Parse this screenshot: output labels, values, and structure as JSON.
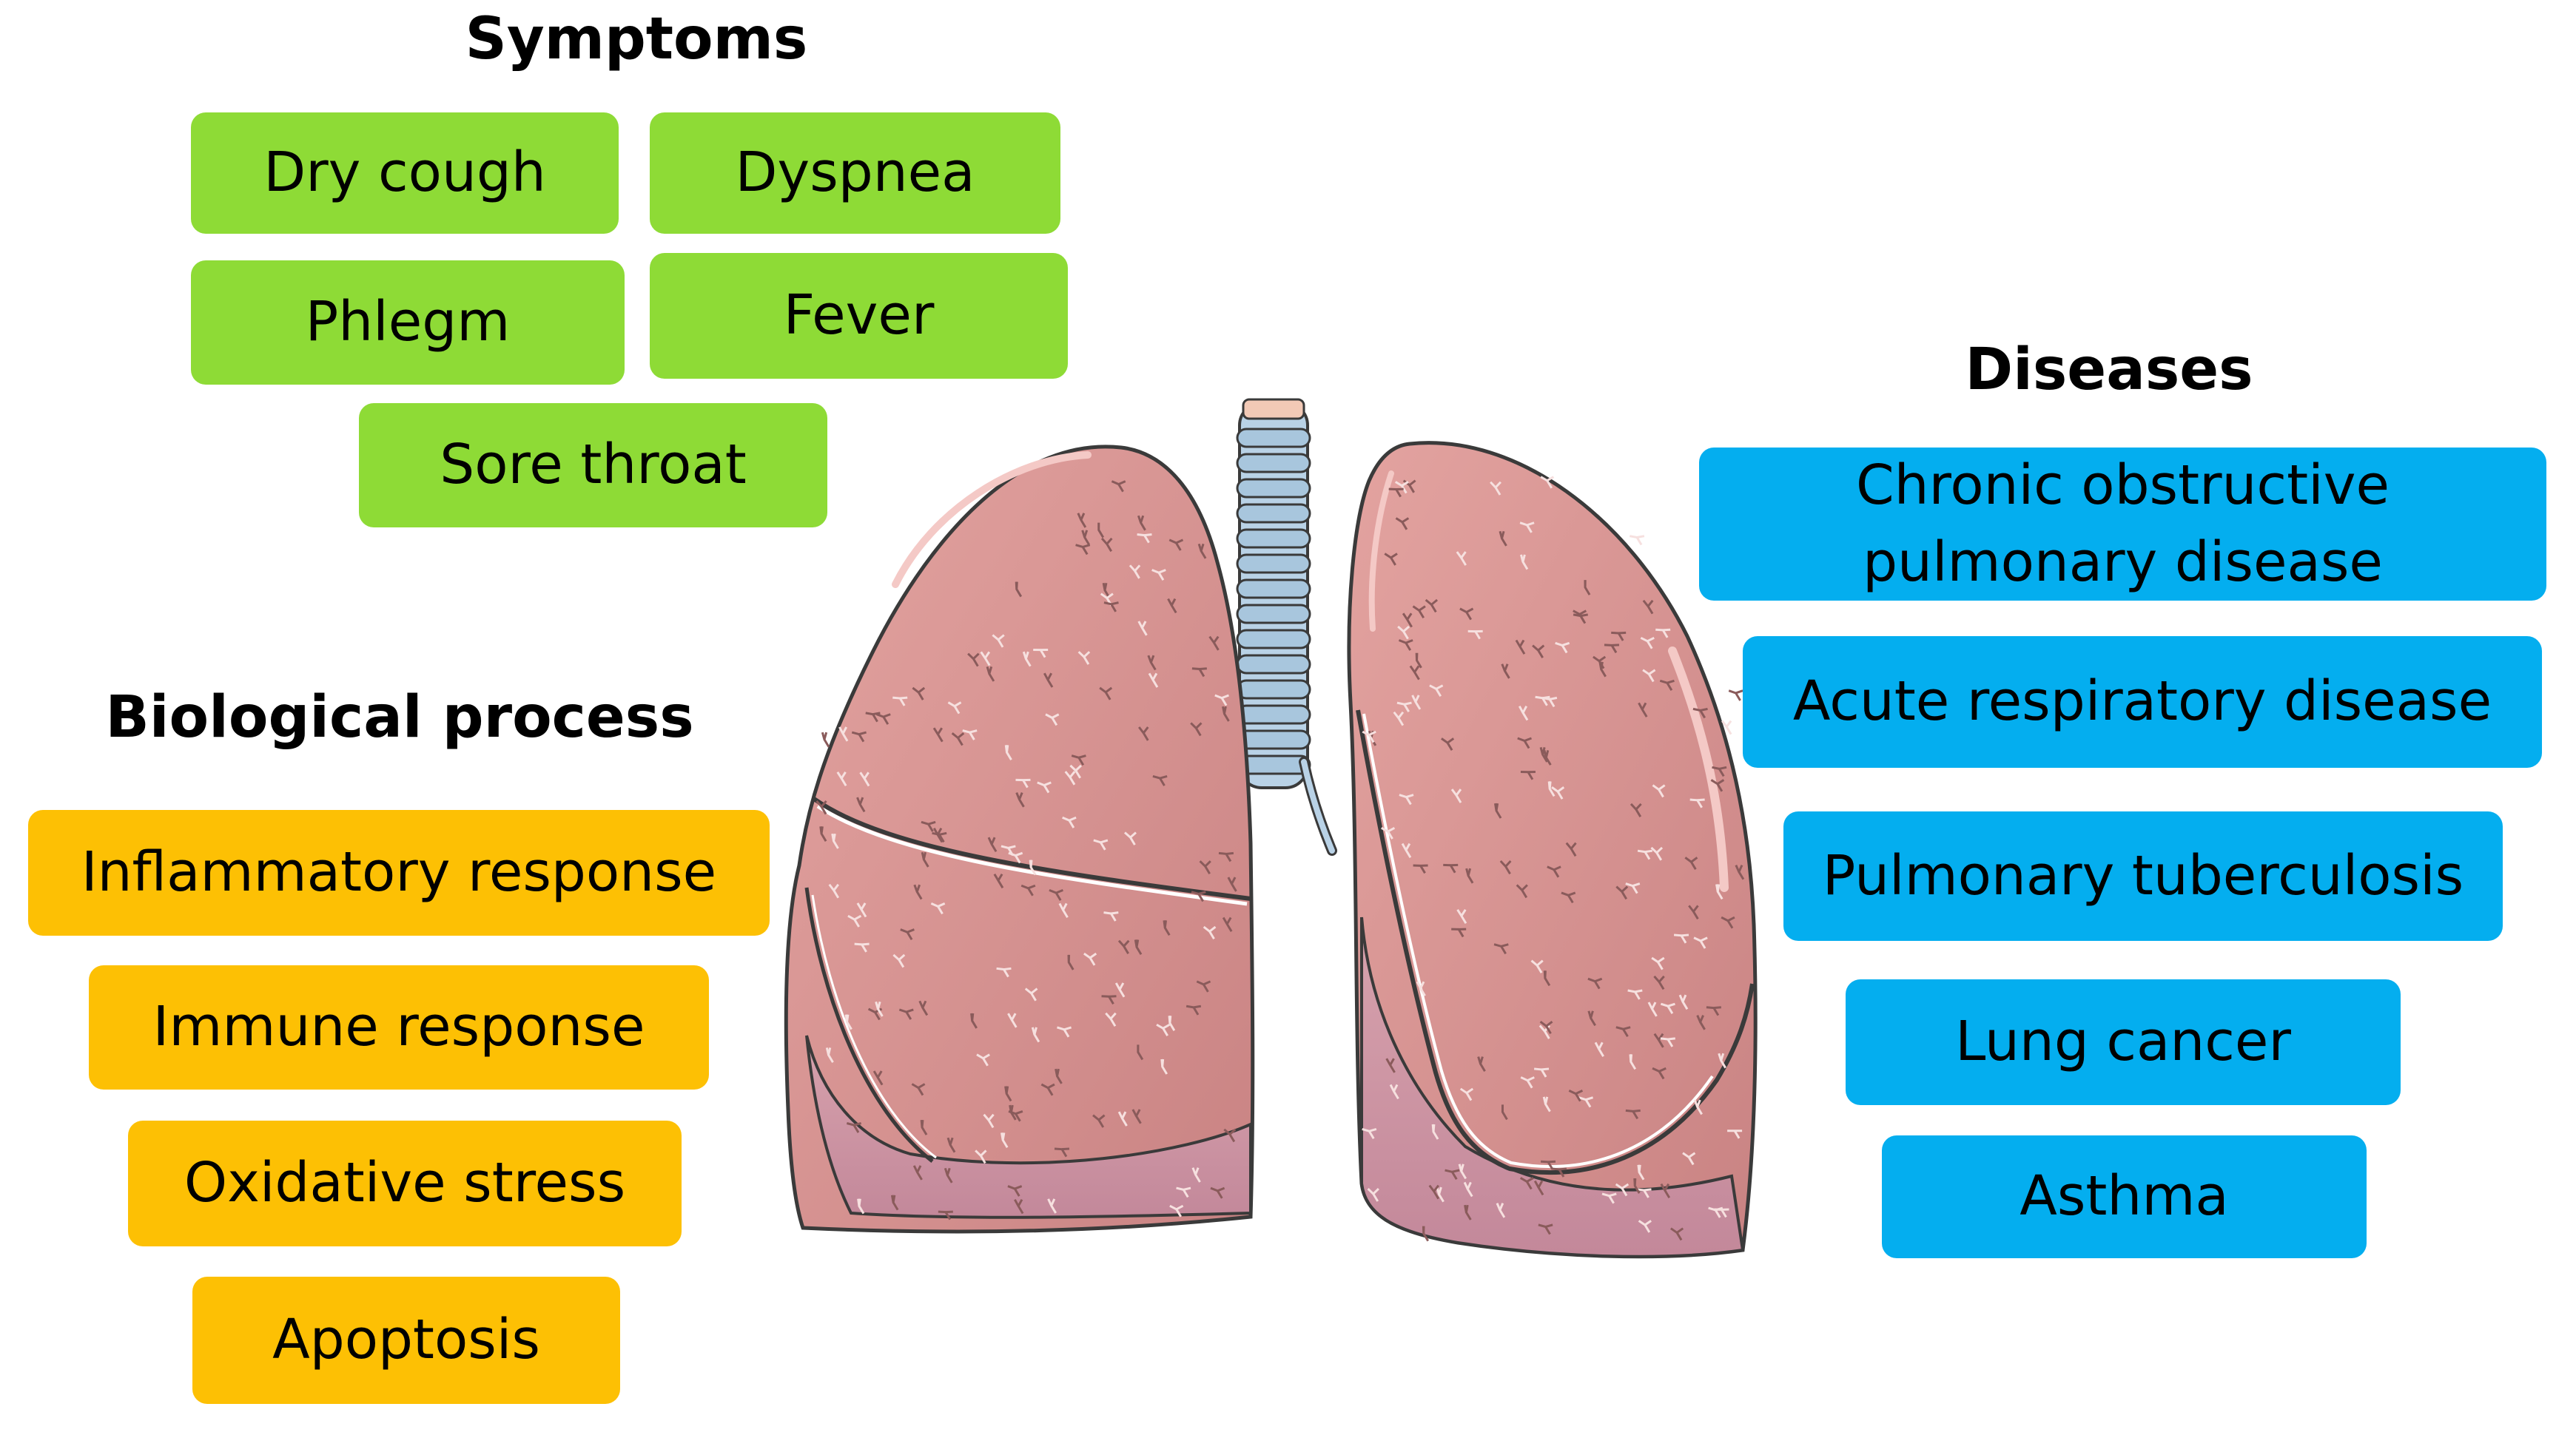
{
  "symptoms": {
    "heading": "Symptoms",
    "items": [
      "Dry cough",
      "Dyspnea",
      "Phlegm",
      "Fever",
      "Sore throat"
    ]
  },
  "biological_process": {
    "heading": "Biological process",
    "items": [
      "Inflammatory response",
      "Immune response",
      "Oxidative stress",
      "Apoptosis"
    ]
  },
  "diseases": {
    "heading": "Diseases",
    "items": [
      "Chronic obstructive pulmonary disease",
      "Acute respiratory disease",
      "Pulmonary tuberculosis",
      "Lung cancer",
      "Asthma"
    ]
  },
  "colors": {
    "symptom_box": "#8edb36",
    "process_box": "#fdc004",
    "disease_box": "#04aeef",
    "lung_fill": "#d98e8e",
    "lung_lower_lobe": "#cd949f",
    "trachea_rings": "#a8c6dd"
  }
}
